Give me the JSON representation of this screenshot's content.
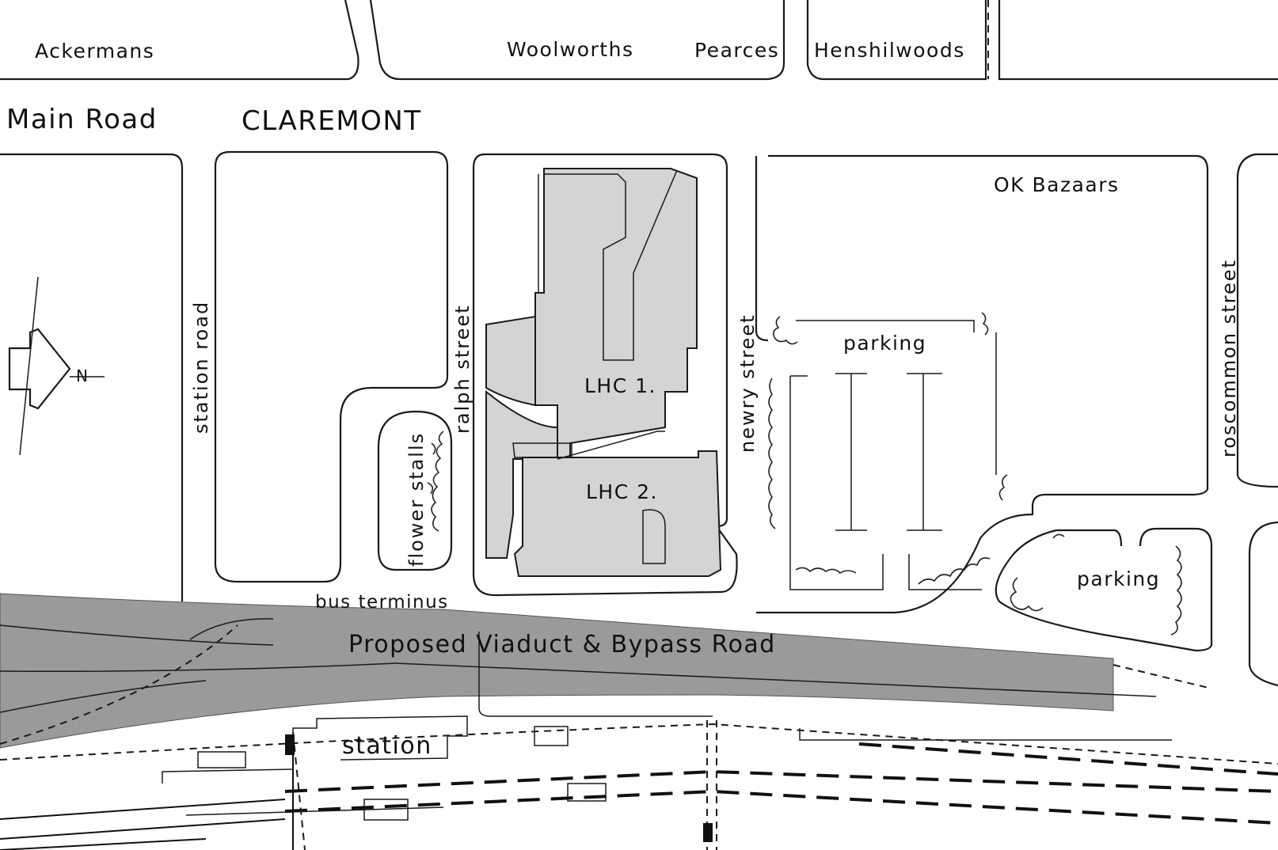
{
  "map": {
    "north_label": "N",
    "labels": {
      "ackermans": "Ackermans",
      "woolworths": "Woolworths",
      "pearces": "Pearces",
      "henshilwoods": "Henshilwoods",
      "main_road": "Main Road",
      "claremont": "CLAREMONT",
      "ok_bazaars": "OK Bazaars",
      "station_road": "station road",
      "ralph_street": "ralph street",
      "newry_street": "newry street",
      "roscommon_street": "roscommon street",
      "flower_stalls": "flower stalls",
      "lhc1": "LHC 1.",
      "lhc2": "LHC 2.",
      "parking_top": "parking",
      "parking_bottom": "parking",
      "bus_terminus": "bus terminus",
      "viaduct": "Proposed Viaduct & Bypass Road",
      "station": "station"
    },
    "colors": {
      "paper": "#ffffff",
      "ink": "#1a1a1a",
      "building_fill": "#d4d4d4",
      "viaduct_fill": "#9a9a9a"
    }
  }
}
